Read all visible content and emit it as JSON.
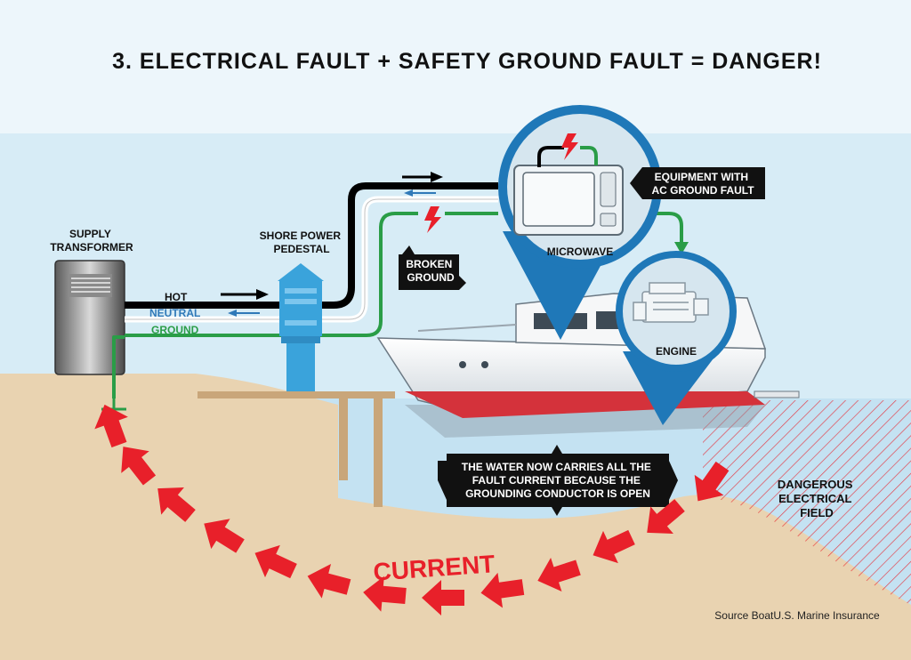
{
  "title": "3. ELECTRICAL FAULT + SAFETY GROUND FAULT = DANGER!",
  "labels": {
    "supply_transformer": [
      "SUPPLY",
      "TRANSFORMER"
    ],
    "shore_power_pedestal": [
      "SHORE POWER",
      "PEDESTAL"
    ],
    "hot": "HOT",
    "neutral": "NEUTRAL",
    "ground": "GROUND",
    "broken_ground": [
      "BROKEN",
      "GROUND"
    ],
    "microwave": "MICROWAVE",
    "engine": "ENGINE",
    "equipment_fault": [
      "EQUIPMENT WITH",
      "AC GROUND FAULT"
    ],
    "water_message": [
      "THE WATER NOW CARRIES ALL THE",
      "FAULT CURRENT BECAUSE THE",
      "GROUNDING CONDUCTOR IS OPEN"
    ],
    "dangerous_field": [
      "DANGEROUS",
      "ELECTRICAL",
      "FIELD"
    ],
    "current": "CURRENT",
    "source": "Source BoatU.S. Marine Insurance"
  },
  "colors": {
    "sky": "#d7ecf6",
    "water": "#c4e2f2",
    "sand": "#e9d3b1",
    "hot_wire": "#000000",
    "neutral_wire": "#ffffff",
    "ground_wire": "#2a9d47",
    "neutral_text": "#2f79b8",
    "callout_blue": "#1f78b8",
    "arrow_red": "#e8202a",
    "label_box": "#111111",
    "pedestal": "#3aa3db",
    "boat_hull_bottom": "#d4323b"
  }
}
